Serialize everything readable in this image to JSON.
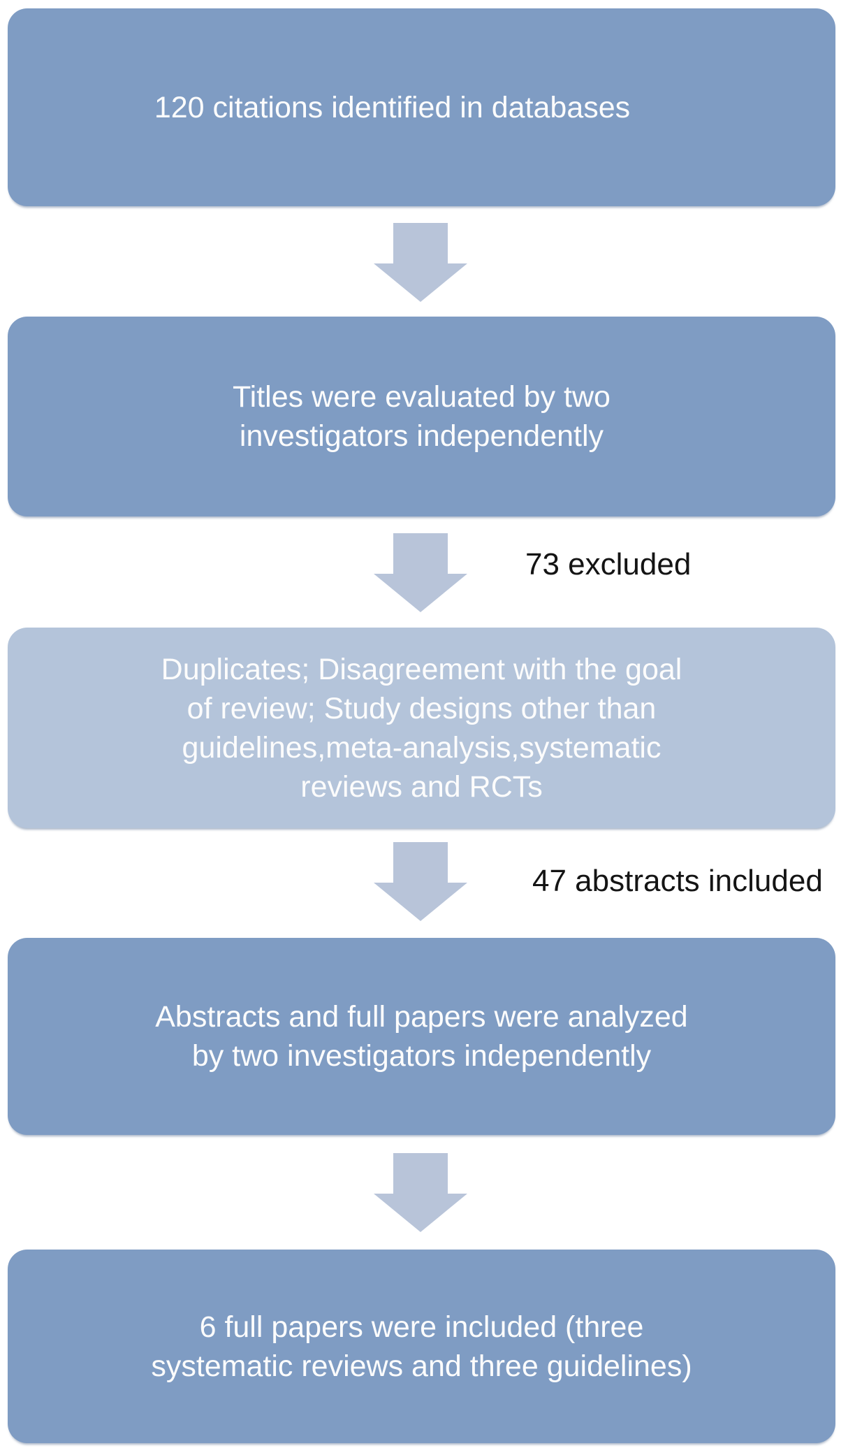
{
  "diagram": {
    "background": "#ffffff",
    "colors": {
      "box_primary": "#7f9cc3",
      "box_light": "#b4c4da",
      "arrow": "#b8c4d9",
      "box_text": "#fcfcfc",
      "label_text": "#141414"
    },
    "icons": {
      "arrow": "down-block-arrow"
    },
    "boxes": [
      {
        "id": "citations-identified",
        "variant": "primary",
        "text": "120 citations identified in databases",
        "lines": [
          "120 citations identified in databases"
        ]
      },
      {
        "id": "titles-evaluated",
        "variant": "primary",
        "text": "Titles were evaluated by two investigators independently",
        "lines": [
          "Titles were evaluated by two",
          "investigators independently"
        ]
      },
      {
        "id": "exclusion-reasons",
        "variant": "light",
        "text": "Duplicates; Disagreement with the goal of review; Study designs other than guidelines,meta-analysis,systematic reviews and RCTs",
        "lines": [
          "Duplicates; Disagreement with the goal",
          "of review; Study designs other than",
          "guidelines,meta-analysis,systematic",
          "reviews and RCTs"
        ]
      },
      {
        "id": "abstracts-analyzed",
        "variant": "primary",
        "text": "Abstracts and full papers were analyzed by two investigators independently",
        "lines": [
          "Abstracts and full papers were analyzed",
          "by two investigators independently"
        ]
      },
      {
        "id": "full-papers-included",
        "variant": "primary",
        "text": "6 full papers were included (three systematic reviews and three guidelines)",
        "lines": [
          "6 full papers were included (three",
          "systematic reviews and three guidelines)"
        ]
      }
    ],
    "side_labels": [
      {
        "id": "excluded-count",
        "text": "73 excluded"
      },
      {
        "id": "abstracts-included-count",
        "text": "47 abstracts included"
      }
    ]
  }
}
